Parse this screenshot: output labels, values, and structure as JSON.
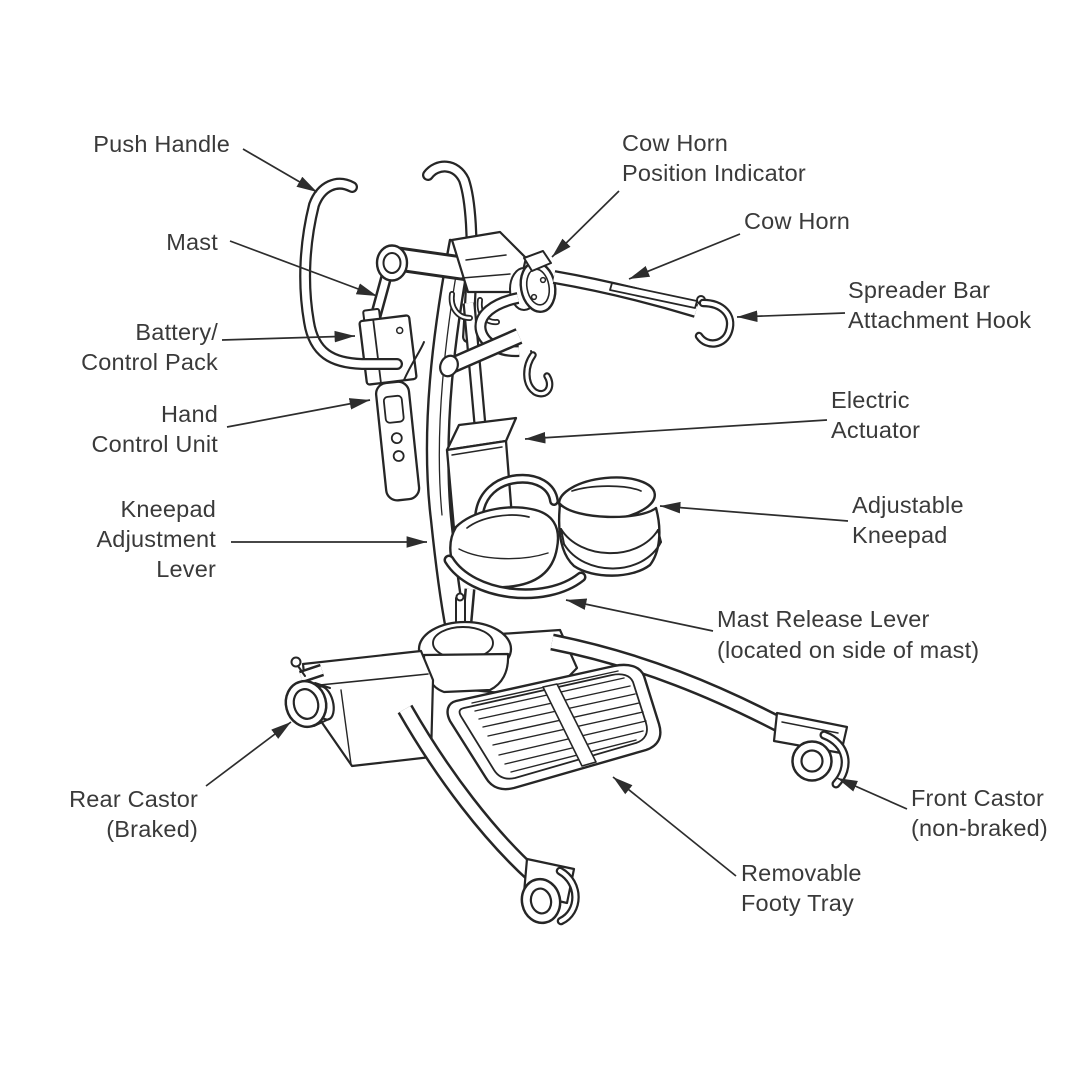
{
  "figure": {
    "type": "labeled-parts-diagram",
    "subject": "Sit-to-stand patient lifter (standing hoist) parts identification drawing",
    "background_color": "#ffffff",
    "line_color": "#262626",
    "text_color": "#3a3a3a",
    "arrow_style": "thin leader line with solid filled arrowhead"
  },
  "labels": [
    {
      "id": "push-handle",
      "text": "Push Handle"
    },
    {
      "id": "mast",
      "text": "Mast"
    },
    {
      "id": "battery-control-pack",
      "text": "Battery/\nControl Pack"
    },
    {
      "id": "hand-control-unit",
      "text": "Hand\nControl Unit"
    },
    {
      "id": "kneepad-adjustment-lever",
      "text": "Kneepad\nAdjustment\nLever"
    },
    {
      "id": "rear-castor",
      "text": "Rear Castor\n(Braked)"
    },
    {
      "id": "cow-horn-position-indicator",
      "text": "Cow Horn\nPosition Indicator"
    },
    {
      "id": "cow-horn",
      "text": "Cow Horn"
    },
    {
      "id": "spreader-bar-attachment-hook",
      "text": "Spreader Bar\nAttachment Hook"
    },
    {
      "id": "electric-actuator",
      "text": "Electric\nActuator"
    },
    {
      "id": "adjustable-kneepad",
      "text": "Adjustable\nKneepad"
    },
    {
      "id": "mast-release-lever",
      "text": "Mast Release Lever\n(located on side of mast)"
    },
    {
      "id": "front-castor",
      "text": "Front Castor\n(non-braked)"
    },
    {
      "id": "removable-footy-tray",
      "text": "Removable\nFooty Tray"
    }
  ]
}
